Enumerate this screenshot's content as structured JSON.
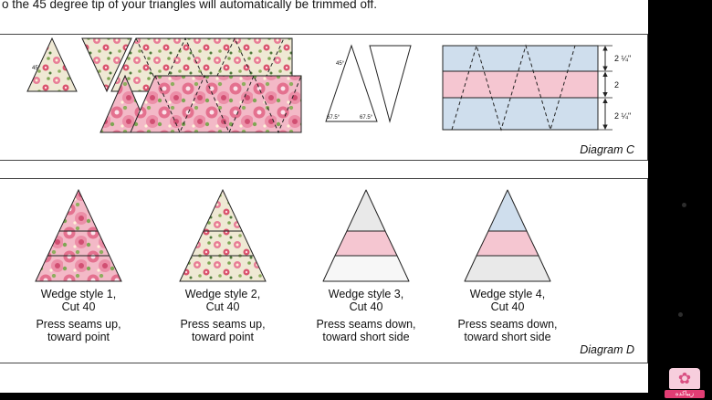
{
  "page": {
    "intro_text": "o the 45 degree tip of your triangles will automatically be trimmed off."
  },
  "diagram_c": {
    "label": "Diagram C",
    "strip_angle_label": "45°",
    "apex_angle_label": "45°",
    "base_angle_left": "67.5°",
    "base_angle_right": "67.5°",
    "measure_top": "2 ¼\"",
    "measure_middle": "2",
    "measure_bottom": "2 ¼\""
  },
  "diagram_d": {
    "label": "Diagram D",
    "wedges": [
      {
        "title": "Wedge style 1,",
        "cut": "Cut 40",
        "press_line1": "Press seams up,",
        "press_line2": "toward point"
      },
      {
        "title": "Wedge style 2,",
        "cut": "Cut 40",
        "press_line1": "Press seams up,",
        "press_line2": "toward point"
      },
      {
        "title": "Wedge style 3,",
        "cut": "Cut 40",
        "press_line1": "Press seams down,",
        "press_line2": "toward short side"
      },
      {
        "title": "Wedge style 4,",
        "cut": "Cut 40",
        "press_line1": "Press seams down,",
        "press_line2": "toward short side"
      }
    ]
  },
  "colors": {
    "band_pink": "#f5c6d1",
    "band_blue": "#cfdeed",
    "band_gray": "#e9e9e9",
    "floral_pink_base": "#f3b9c7",
    "floral_cream_base": "#efe9d4"
  },
  "watermark": {
    "text": "زیباکده"
  }
}
